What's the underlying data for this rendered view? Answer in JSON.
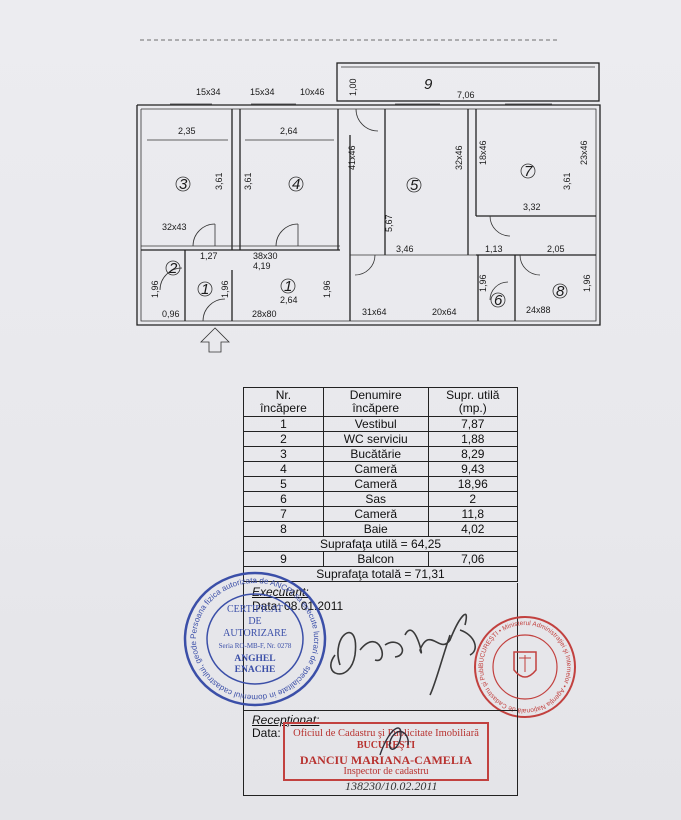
{
  "plan": {
    "top_dims": [
      "15x34",
      "15x34",
      "10x46"
    ],
    "balcony": {
      "number": "9",
      "depth": "1,00",
      "length": "7,06"
    },
    "rooms": [
      {
        "id": "3",
        "width": "2,35",
        "height": "3,61",
        "window": "32x43"
      },
      {
        "id": "4",
        "width": "2,64",
        "height": "3,61"
      },
      {
        "id": "5",
        "left_dim": "41x46",
        "right_dim": "32x46",
        "height": "5,67",
        "width": "3,46"
      },
      {
        "id": "7",
        "left_dim": "18x46",
        "right_dim": "23x46",
        "height": "3,61",
        "width": "3,32"
      },
      {
        "id": "2",
        "height": "1,96",
        "width": "0,96"
      },
      {
        "id": "1",
        "width_a": "1,27",
        "width_b": "4,19",
        "width_c": "2,64",
        "door": "38x30",
        "height_a": "1,96",
        "height_b": "1,96",
        "window": "28x80"
      },
      {
        "id": "6",
        "width": "1,13",
        "height": "1,96"
      },
      {
        "id": "8",
        "width": "2,05",
        "height": "1,96",
        "window": "24x88"
      }
    ],
    "bottom_dims": [
      "31x64",
      "20x64"
    ],
    "room_numbers": [
      "1",
      "1",
      "2",
      "3",
      "4",
      "5",
      "6",
      "7",
      "8",
      "9"
    ],
    "unlabeled_dims": [
      "1,00"
    ]
  },
  "table": {
    "headers": [
      "Nr.\nîncăpere",
      "Denumire\nîncăpere",
      "Supr. utilă\n(mp.)"
    ],
    "header_lines": [
      [
        "Nr.",
        "încăpere"
      ],
      [
        "Denumire",
        "încăpere"
      ],
      [
        "Supr. utilă",
        "(mp.)"
      ]
    ],
    "rows": [
      [
        "1",
        "Vestibul",
        "7,87"
      ],
      [
        "2",
        "WC serviciu",
        "1,88"
      ],
      [
        "3",
        "Bucătărie",
        "8,29"
      ],
      [
        "4",
        "Cameră",
        "9,43"
      ],
      [
        "5",
        "Cameră",
        "18,96"
      ],
      [
        "6",
        "Sas",
        "2"
      ],
      [
        "7",
        "Cameră",
        "11,8"
      ],
      [
        "8",
        "Baie",
        "4,02"
      ]
    ],
    "subtotal": "Suprafaţa utilă = 64,25",
    "balcony_row": [
      "9",
      "Balcon",
      "7,06"
    ],
    "total": "Suprafaţa totală = 71,31"
  },
  "executant": {
    "label": "Executant:",
    "date": "Data: 08.01.2011"
  },
  "receptionat": {
    "label": "Recepţionat:",
    "date_label": "Data:"
  },
  "stamp_round_left": {
    "lines": [
      "CERTIFICAT",
      "DE",
      "AUTORIZARE",
      "Seria RO-MB-F, Nr. 0278",
      "ANGHEL",
      "ENACHE"
    ],
    "ring": "Persoana fizica autorizata de ANCPI sa execute lucrari de specialitate in domeniul cadastrului, geodeziei si cartografiei • CATEGORIA C"
  },
  "stamp_round_right": {
    "ring": "BUCUREŞTI • Ministerul Administraţiei şi Internelor • Agenţia Naţională de Cadastru şi Publicitate Imobiliară • ROMÂNIA"
  },
  "stamp_rect": {
    "line1": "Oficiul de Cadastru şi Publicitate Imobiliară",
    "line2": "BUCUREŞTI",
    "line3": "DANCIU MARIANA-CAMELIA",
    "line4": "Inspector de cadastru"
  },
  "handwritten_note": "138230/10.02.2011",
  "colors": {
    "ink": "#1a1a1a",
    "stamp_blue": "#3b4fa8",
    "stamp_red": "#c2413f",
    "paper": "#ececf0"
  }
}
